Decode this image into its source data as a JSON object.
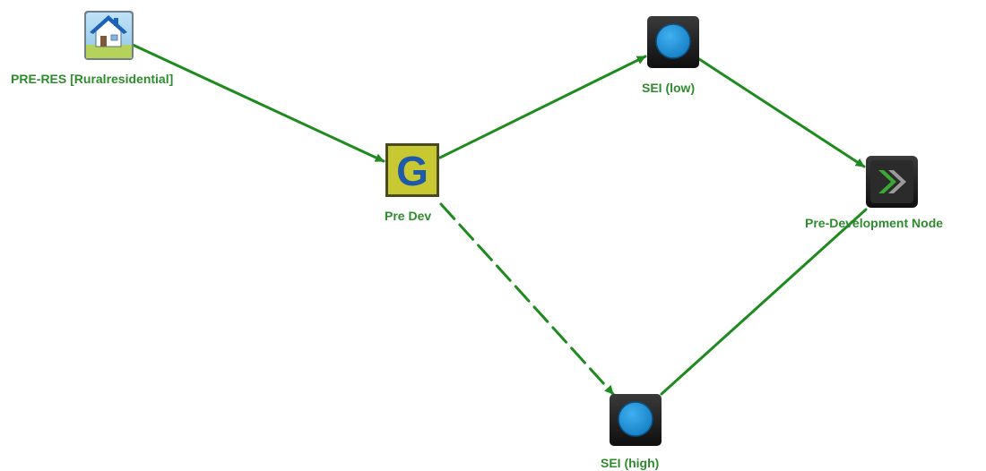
{
  "colors": {
    "edge": "#1f8a1f",
    "label": "#2e8b2e",
    "node_dark": "#1b1b1b",
    "circle_fill": "#1f8fd8",
    "g_tile": "#c8c832",
    "g_letter": "#1e5aa8",
    "chevron": "#3aa832"
  },
  "nodes": [
    {
      "id": "pre-res",
      "label": "PRE-RES [Ruralresidential]",
      "icon": "house-icon"
    },
    {
      "id": "pre-dev",
      "label": "Pre Dev",
      "icon": "g-letter-icon",
      "glyph": "G"
    },
    {
      "id": "sei-low",
      "label": "SEI (low)",
      "icon": "blue-circle-icon"
    },
    {
      "id": "sei-high",
      "label": "SEI (high)",
      "icon": "blue-circle-icon"
    },
    {
      "id": "pre-dev-node",
      "label": "Pre-Development Node",
      "icon": "chevron-right-icon"
    }
  ],
  "edges": [
    {
      "from": "pre-res",
      "to": "pre-dev",
      "style": "solid"
    },
    {
      "from": "pre-dev",
      "to": "sei-low",
      "style": "solid"
    },
    {
      "from": "sei-low",
      "to": "pre-dev-node",
      "style": "solid"
    },
    {
      "from": "pre-dev",
      "to": "sei-high",
      "style": "dashed"
    },
    {
      "from": "sei-high",
      "to": "pre-dev-node",
      "style": "solid"
    }
  ]
}
